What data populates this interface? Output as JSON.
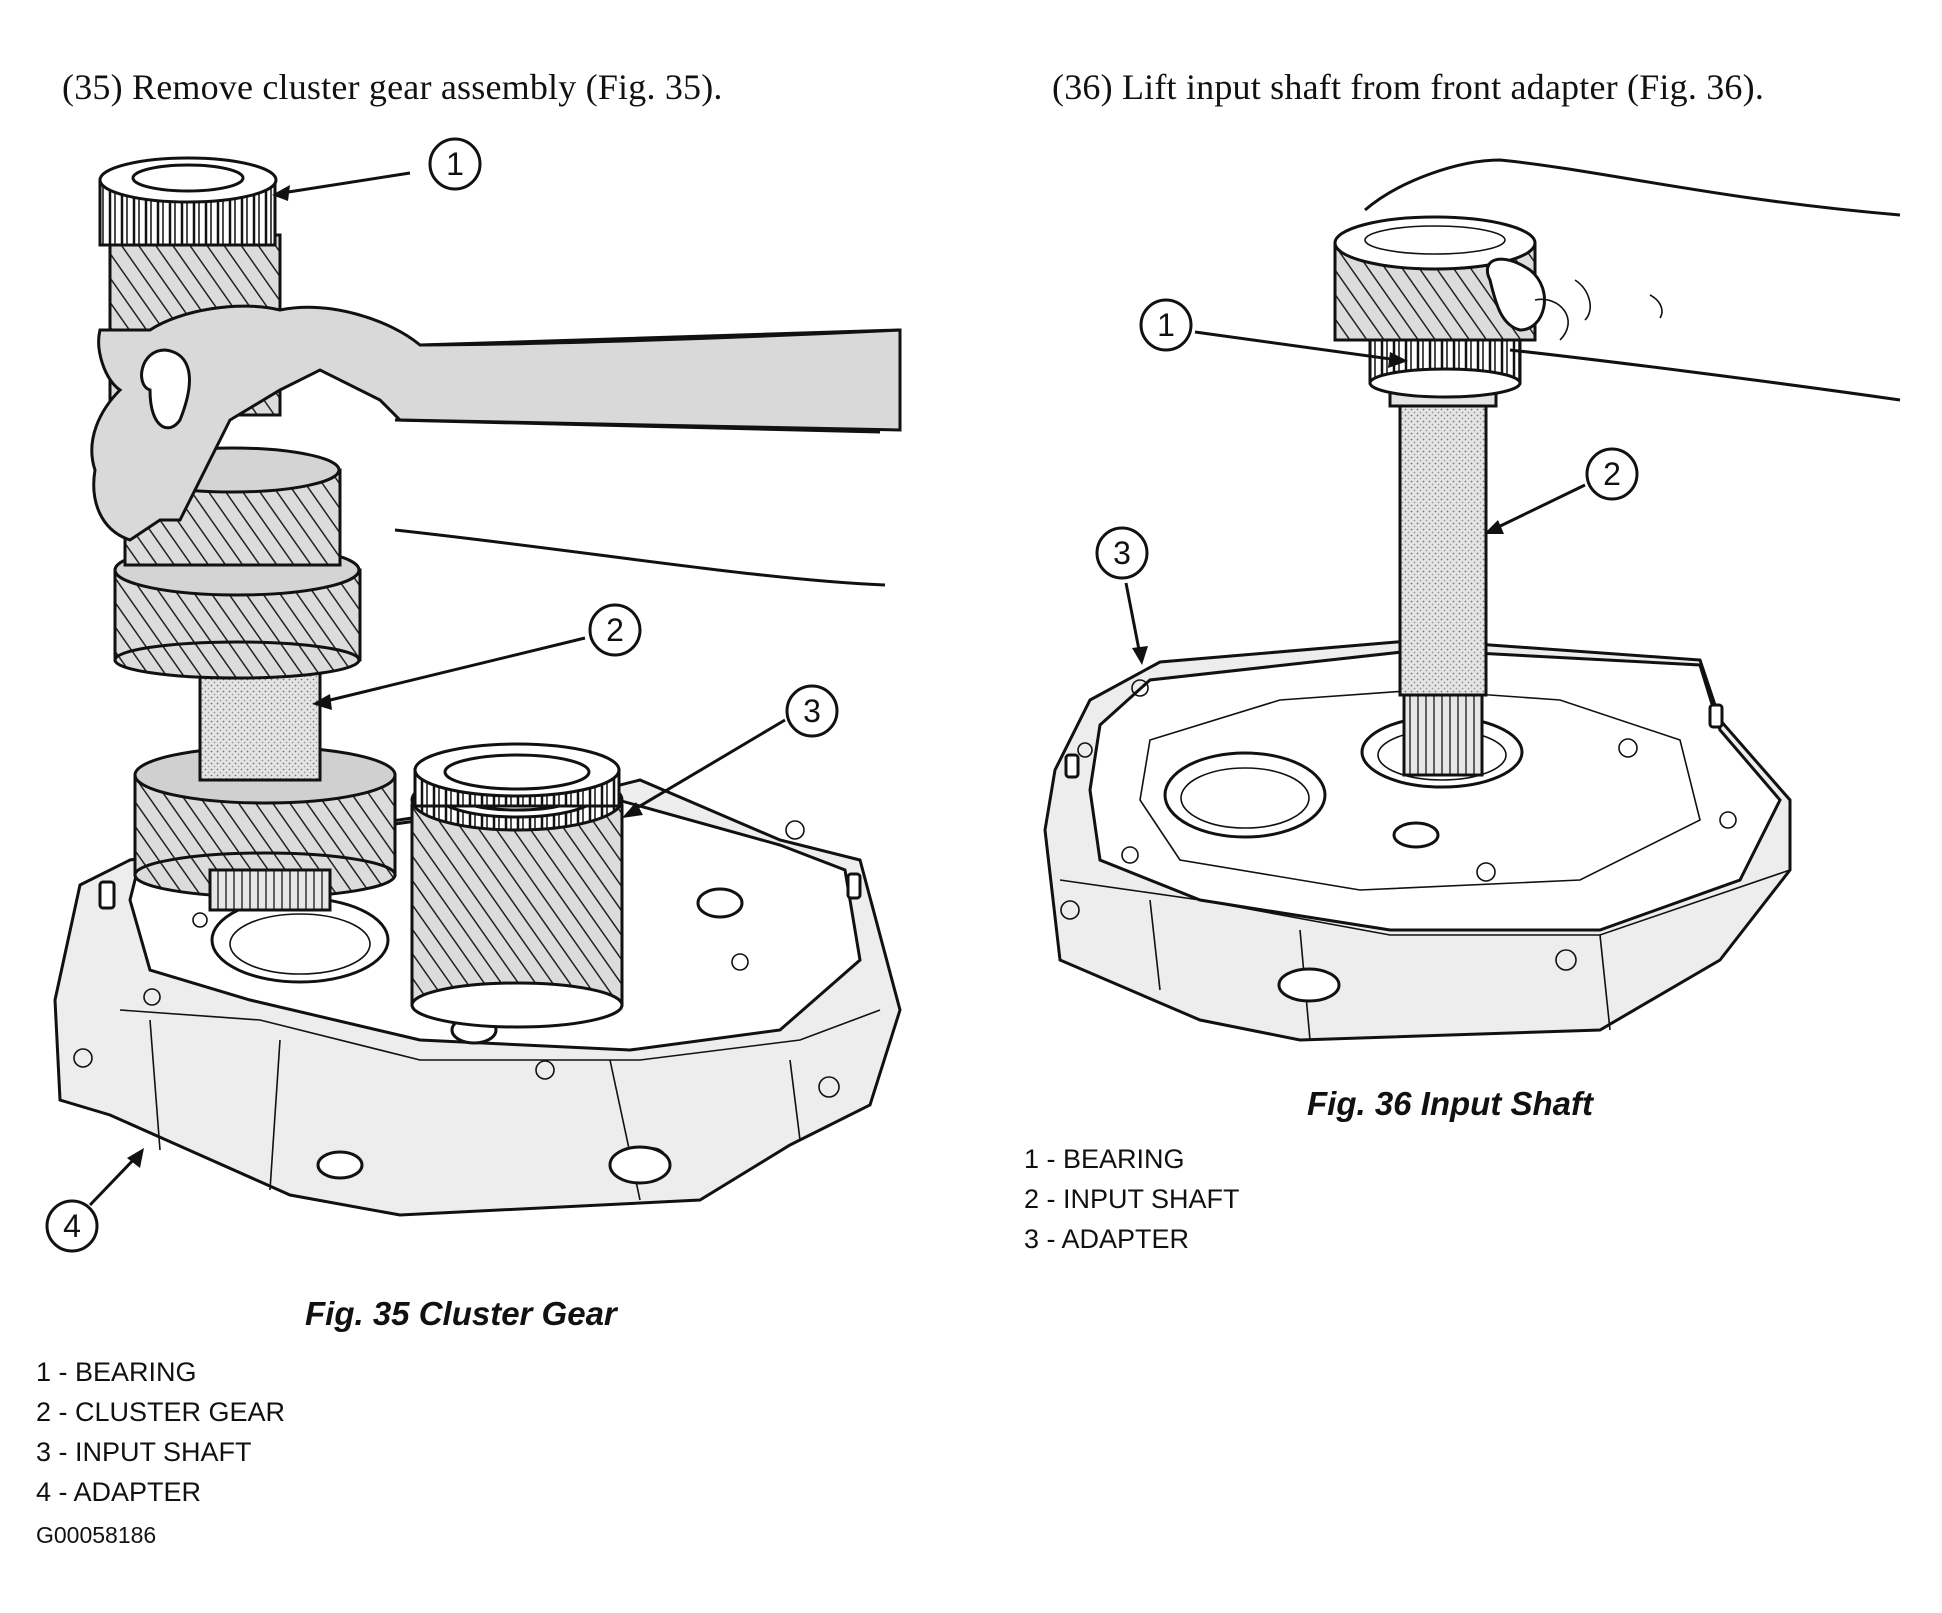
{
  "steps": {
    "step35": "(35) Remove cluster gear assembly (Fig. 35).",
    "step36": "(36) Lift input shaft from front adapter (Fig. 36)."
  },
  "fig35": {
    "title": "Fig. 35 Cluster Gear",
    "callouts": [
      "1",
      "2",
      "3",
      "4"
    ],
    "legend": [
      "1 - BEARING",
      "2 - CLUSTER GEAR",
      "3 - INPUT SHAFT",
      "4 - ADAPTER"
    ]
  },
  "fig36": {
    "title": "Fig. 36 Input Shaft",
    "callouts": [
      "1",
      "2",
      "3"
    ],
    "legend": [
      "1 - BEARING",
      "2 - INPUT SHAFT",
      "3 - ADAPTER"
    ]
  },
  "doc_id": "G00058186"
}
